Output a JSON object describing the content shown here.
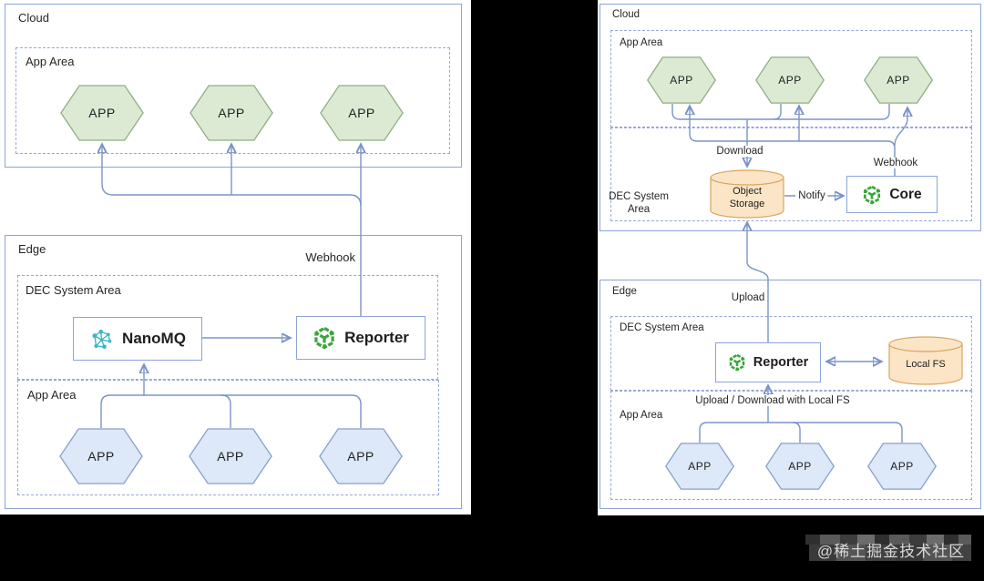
{
  "left": {
    "cloud_label": "Cloud",
    "cloud_app_area_label": "App Area",
    "cloud_apps": [
      "APP",
      "APP",
      "APP"
    ],
    "webhook_label": "Webhook",
    "edge_label": "Edge",
    "dec_label": "DEC System Area",
    "nanomq_label": "NanoMQ",
    "reporter_label": "Reporter",
    "edge_app_area_label": "App Area",
    "edge_apps": [
      "APP",
      "APP",
      "APP"
    ]
  },
  "right": {
    "cloud_label": "Cloud",
    "cloud_app_area_label": "App Area",
    "cloud_apps": [
      "APP",
      "APP",
      "APP"
    ],
    "download_label": "Download",
    "webhook_label": "Webhook",
    "cloud_dec_label": "DEC System Area",
    "object_storage_label": "Object Storage",
    "notify_label": "Notify",
    "core_label": "Core",
    "edge_label": "Edge",
    "upload_label": "Upload",
    "edge_dec_label": "DEC System Area",
    "reporter_label": "Reporter",
    "local_fs_label": "Local FS",
    "upload_download_label": "Upload / Download with Local FS",
    "edge_app_area_label": "App Area",
    "edge_apps": [
      "APP",
      "APP",
      "APP"
    ]
  },
  "watermark": {
    "text": "@稀土掘金技术社区"
  },
  "colors": {
    "line": "#7a93c8",
    "solid_border": "#8ba4d9",
    "dashed_border": "#97a7d6",
    "hex_green_fill": "#dcead4",
    "hex_green_stroke": "#90ae80",
    "hex_blue_fill": "#dde8f8",
    "hex_blue_stroke": "#87a0cb",
    "cylinder_fill": "#fbe5c6",
    "cylinder_stroke": "#dba45f",
    "nanomq_teal": "#38b7c3",
    "cube_green": "#3ca53c",
    "background": "#000000",
    "canvas": "#ffffff"
  }
}
